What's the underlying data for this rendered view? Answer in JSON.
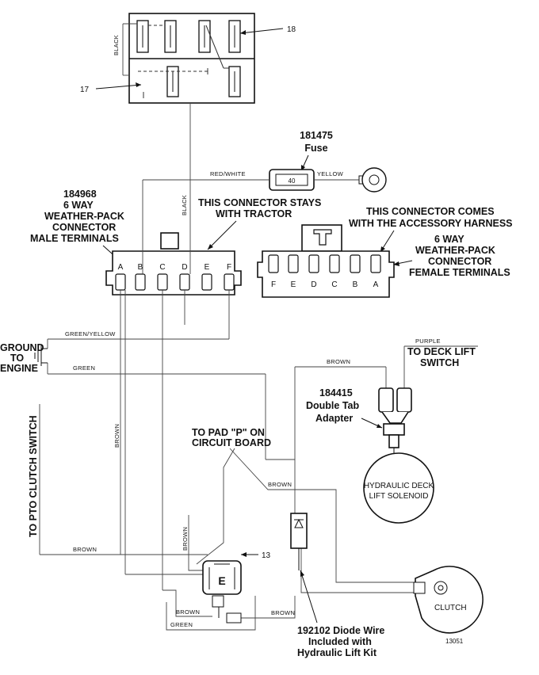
{
  "callouts": {
    "part18": "18",
    "part17": "17",
    "part13": "13",
    "figure_id": "13051"
  },
  "fuse": {
    "part_number": "181475",
    "name": "Fuse",
    "rating": "40"
  },
  "male_connector": {
    "lines": [
      "184968",
      "6 WAY",
      "WEATHER-PACK",
      "CONNECTOR",
      "MALE TERMINALS"
    ],
    "note_lines": [
      "THIS CONNECTOR STAYS",
      "WITH TRACTOR"
    ],
    "pins": [
      "A",
      "B",
      "C",
      "D",
      "E",
      "F"
    ]
  },
  "female_connector": {
    "note_lines": [
      "THIS CONNECTOR COMES",
      "WITH THE ACCESSORY HARNESS"
    ],
    "lines": [
      "6 WAY",
      "WEATHER-PACK",
      "CONNECTOR",
      "FEMALE TERMINALS"
    ],
    "pins": [
      "F",
      "E",
      "D",
      "C",
      "B",
      "A"
    ]
  },
  "wire_colors": {
    "black_top": "BLACK",
    "black_mid": "BLACK",
    "red_white": "RED/WHITE",
    "yellow": "YELLOW",
    "green_yellow": "GREEN/YELLOW",
    "green": "GREEN",
    "brown_vertical": "BROWN",
    "brown_top": "BROWN",
    "purple": "PURPLE",
    "brown_diag": "BROWN",
    "brown_low": "BROWN",
    "brown_sw": "BROWN",
    "brown_sw_left": "BROWN",
    "brown_right": "BROWN",
    "green_bottom": "GREEN"
  },
  "ground": [
    "GROUND",
    "TO",
    "ENGINE"
  ],
  "deck_lift": [
    "TO DECK LIFT",
    "SWITCH"
  ],
  "adapter": [
    "184415",
    "Double Tab",
    "Adapter"
  ],
  "solenoid": [
    "HYDRAULIC DECK",
    "LIFT SOLENOID"
  ],
  "pad_p": [
    "TO PAD \"P\" ON",
    "CIRCUIT BOARD"
  ],
  "pto": "TO PTO CLUTCH SWITCH",
  "clutch": "CLUTCH",
  "switch_letter": "E",
  "diode": [
    "192102 Diode Wire",
    "Included with",
    "Hydraulic Lift Kit"
  ]
}
